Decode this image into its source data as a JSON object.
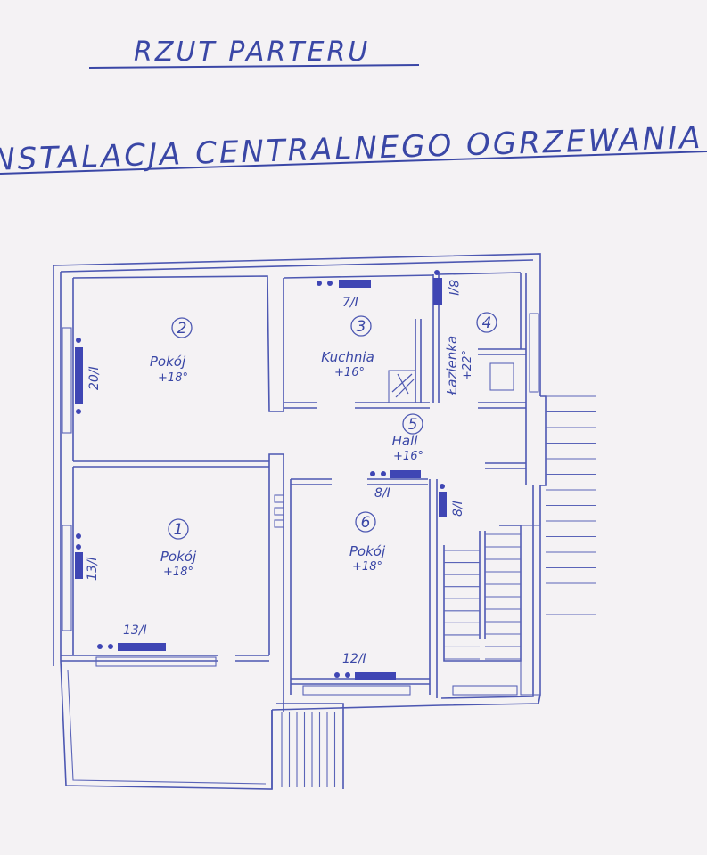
{
  "title": "RZUT PARTERU",
  "subtitle": "INSTALACJA CENTRALNEGO OGRZEWANIA",
  "rooms": [
    {
      "number": "2",
      "name": "Pokój",
      "temp": "+18°"
    },
    {
      "number": "3",
      "name": "Kuchnia",
      "temp": "+16°"
    },
    {
      "number": "4",
      "name": "Łazienka",
      "temp": "+22°"
    },
    {
      "number": "5",
      "name": "Hall",
      "temp": "+16°"
    },
    {
      "number": "1",
      "name": "Pokój",
      "temp": "+18°"
    },
    {
      "number": "6",
      "name": "Pokój",
      "temp": "+18°"
    }
  ],
  "radiators": [
    "7/I",
    "8/I",
    "20/I",
    "8/I",
    "8/I",
    "13/I",
    "13/I",
    "12/I"
  ],
  "colors": {
    "ink": "#3a47a6",
    "paper": "#f4f2f4",
    "radiator": "#3f46b4"
  }
}
